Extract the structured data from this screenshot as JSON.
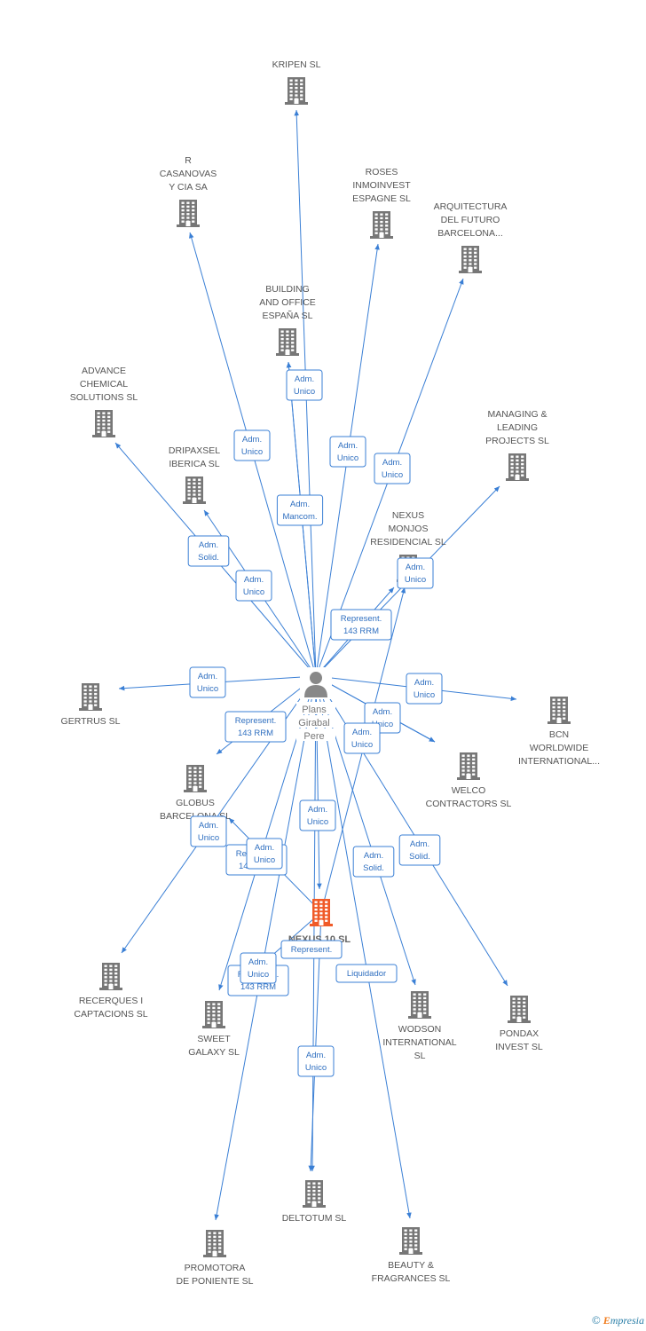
{
  "person": {
    "label": [
      "Plans",
      "Girabal",
      "Pere"
    ]
  },
  "focus_company": {
    "label": [
      "NEXUS 10 SL"
    ]
  },
  "companies": [
    {
      "id": "kripen",
      "label": [
        "KRIPEN SL"
      ]
    },
    {
      "id": "casanovas",
      "label": [
        "R",
        "CASANOVAS",
        "Y CIA SA"
      ]
    },
    {
      "id": "roses",
      "label": [
        "ROSES",
        "INMOINVEST",
        "ESPAGNE  SL"
      ]
    },
    {
      "id": "arquitectura",
      "label": [
        "ARQUITECTURA",
        "DEL FUTURO",
        "BARCELONA..."
      ]
    },
    {
      "id": "building",
      "label": [
        "BUILDING",
        "AND OFFICE",
        "ESPAÑA SL"
      ]
    },
    {
      "id": "advance",
      "label": [
        "ADVANCE",
        "CHEMICAL",
        "SOLUTIONS  SL"
      ]
    },
    {
      "id": "managing",
      "label": [
        "MANAGING &",
        "LEADING",
        "PROJECTS SL"
      ]
    },
    {
      "id": "dripaxsel",
      "label": [
        "DRIPAXSEL",
        "IBERICA SL"
      ]
    },
    {
      "id": "nexusmonjos",
      "label": [
        "NEXUS",
        "MONJOS",
        "RESIDENCIAL SL"
      ]
    },
    {
      "id": "gertrus",
      "label": [
        "GERTRUS SL"
      ]
    },
    {
      "id": "bcn",
      "label": [
        "BCN",
        "WORLDWIDE",
        "INTERNATIONAL..."
      ]
    },
    {
      "id": "welco",
      "label": [
        "WELCO",
        "CONTRACTORS SL"
      ]
    },
    {
      "id": "globus",
      "label": [
        "GLOBUS",
        "BARCELONA SL"
      ]
    },
    {
      "id": "recerques",
      "label": [
        "RECERQUES I",
        "CAPTACIONS SL"
      ]
    },
    {
      "id": "sweet",
      "label": [
        "SWEET",
        "GALAXY SL"
      ]
    },
    {
      "id": "wodson",
      "label": [
        "WODSON",
        "INTERNATIONAL",
        "SL"
      ]
    },
    {
      "id": "pondax",
      "label": [
        "PONDAX",
        "INVEST SL"
      ]
    },
    {
      "id": "deltotum",
      "label": [
        "DELTOTUM SL"
      ]
    },
    {
      "id": "promotora",
      "label": [
        "PROMOTORA",
        "DE PONIENTE SL"
      ]
    },
    {
      "id": "beauty",
      "label": [
        "BEAUTY &",
        "FRAGRANCES SL"
      ]
    }
  ],
  "edges": [
    {
      "from": "person",
      "to": "kripen",
      "label": []
    },
    {
      "from": "person",
      "to": "casanovas",
      "label": [
        "Adm.",
        "Unico"
      ]
    },
    {
      "from": "person",
      "to": "roses",
      "label": [
        "Adm.",
        "Unico"
      ]
    },
    {
      "from": "person",
      "to": "arquitectura",
      "label": [
        "Adm.",
        "Unico"
      ]
    },
    {
      "from": "person",
      "to": "building",
      "label": [
        "Adm.",
        "Unico"
      ]
    },
    {
      "from": "person",
      "to": "building",
      "label": [
        "Adm.",
        "Mancom."
      ]
    },
    {
      "from": "person",
      "to": "advance",
      "label": [
        "Adm.",
        "Solid."
      ]
    },
    {
      "from": "person",
      "to": "dripaxsel",
      "label": [
        "Adm.",
        "Unico"
      ]
    },
    {
      "from": "person",
      "to": "managing",
      "label": [
        "Adm.",
        "Unico"
      ]
    },
    {
      "from": "person",
      "to": "nexusmonjos",
      "label": [
        "Represent.",
        "143 RRM"
      ]
    },
    {
      "from": "person",
      "to": "gertrus",
      "label": [
        "Adm.",
        "Unico"
      ]
    },
    {
      "from": "person",
      "to": "bcn",
      "label": [
        "Adm.",
        "Unico"
      ]
    },
    {
      "from": "person",
      "to": "welco",
      "label": [
        "Adm.",
        "Unico"
      ]
    },
    {
      "from": "person",
      "to": "globus",
      "label": [
        "Represent.",
        "143 RRM"
      ]
    },
    {
      "from": "person",
      "to": "recerques",
      "label": [
        "Adm.",
        "Unico"
      ]
    },
    {
      "from": "person",
      "to": "sweet",
      "label": [
        "Represent.",
        "143 RRM"
      ]
    },
    {
      "from": "person",
      "to": "focus",
      "label": [
        "Adm.",
        "Unico"
      ]
    },
    {
      "from": "person",
      "to": "wodson",
      "label": [
        "Adm.",
        "Solid."
      ]
    },
    {
      "from": "person",
      "to": "pondax",
      "label": [
        "Adm.",
        "Solid."
      ]
    },
    {
      "from": "person",
      "to": "beauty",
      "label": [
        "Liquidador"
      ]
    },
    {
      "from": "person",
      "to": "deltotum",
      "label": [
        "Adm.",
        "Unico"
      ]
    },
    {
      "from": "person",
      "to": "promotora",
      "label": [
        "Represent.",
        "143 RRM"
      ]
    },
    {
      "from": "focus",
      "to": "nexusmonjos",
      "label": [
        "Adm.",
        "Unico"
      ]
    },
    {
      "from": "focus",
      "to": "globus",
      "label": [
        "Adm.",
        "Unico"
      ]
    },
    {
      "from": "focus",
      "to": "sweet",
      "label": [
        "Adm.",
        "Unico"
      ]
    },
    {
      "from": "focus",
      "to": "deltotum",
      "label": [
        "Represent."
      ]
    },
    {
      "from": "person",
      "to": "welco",
      "label": [
        "Adm.",
        "Unico"
      ]
    }
  ],
  "footer": {
    "copyright": "©",
    "brand_initial": "E",
    "brand_rest": "mpresia"
  },
  "colors": {
    "edge": "#3a7fd5",
    "company": "#777777",
    "focus": "#f05a28",
    "person": "#888888"
  }
}
